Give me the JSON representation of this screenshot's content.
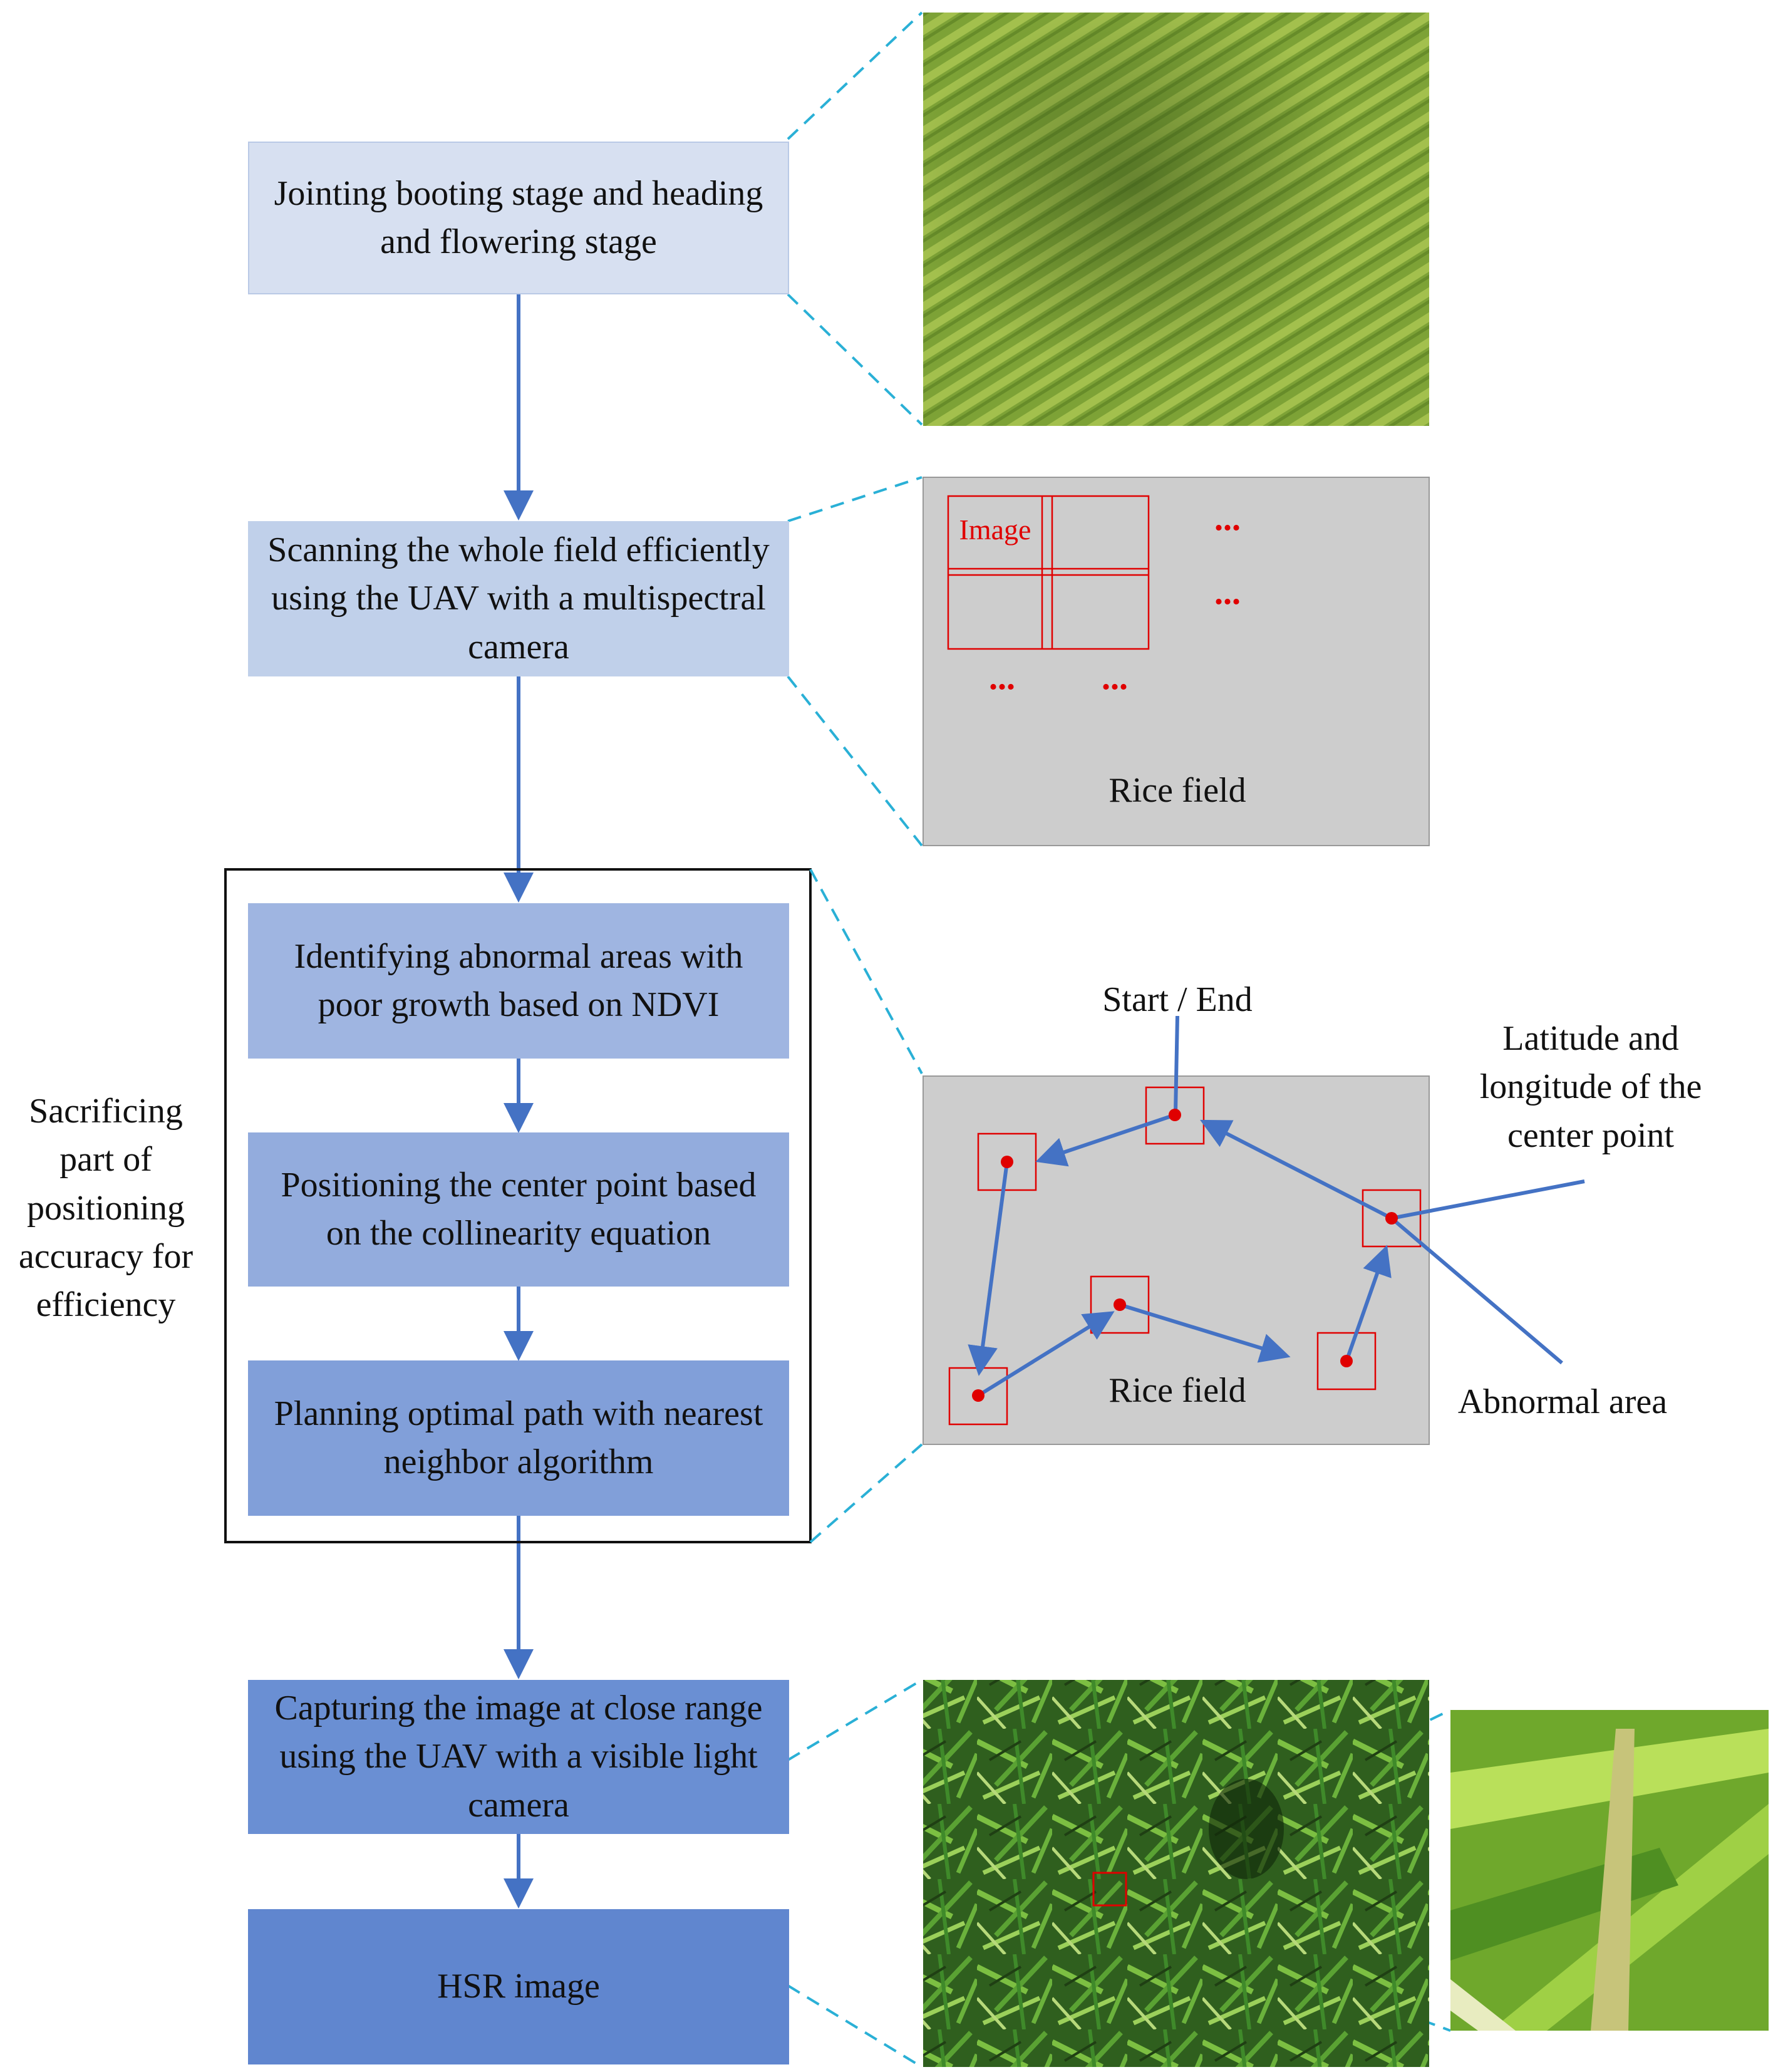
{
  "steps": [
    {
      "id": "jointing",
      "text": "Jointing booting stage and heading and flowering stage",
      "color": "#d7e0f1"
    },
    {
      "id": "scanning",
      "text": "Scanning the whole field efficiently using the UAV with a multispectral camera",
      "color": "#c0d0ea"
    },
    {
      "id": "identifying",
      "text": "Identifying abnormal areas with poor growth based on NDVI",
      "color": "#9fb5e1"
    },
    {
      "id": "positioning",
      "text": "Positioning the center point based on the collinearity equation",
      "color": "#93acdd"
    },
    {
      "id": "planning",
      "text": "Planning optimal path with nearest neighbor algorithm",
      "color": "#819fd9"
    },
    {
      "id": "capturing",
      "text": "Capturing the image at close range using the UAV with a visible light camera",
      "color": "#6a8fd3"
    },
    {
      "id": "hsr",
      "text": "HSR image",
      "color": "#6086cf"
    }
  ],
  "side_label": "Sacrificing part of positioning accuracy for efficiency",
  "panel_scan": {
    "image_label": "Image",
    "dots": "...",
    "field_label": "Rice field"
  },
  "panel_path": {
    "start_end": "Start / End",
    "lat_long": "Latitude and longitude of the center point",
    "field_label": "Rice field",
    "abnormal": "Abnormal area"
  },
  "colors": {
    "arrow": "#4472c4",
    "dashed": "#2ab0d6",
    "red": "#e00000",
    "panel_gray": "#cdcdcd"
  }
}
